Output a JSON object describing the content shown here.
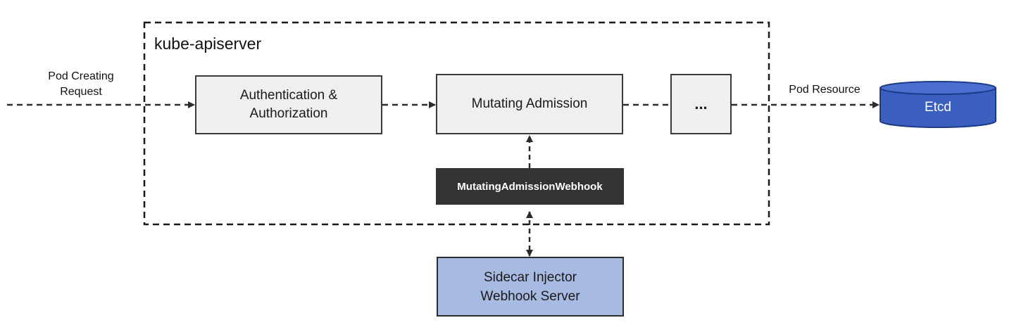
{
  "container": {
    "title": "kube-apiserver"
  },
  "labels": {
    "request": "Pod Creating\nRequest",
    "resource": "Pod Resource"
  },
  "boxes": {
    "auth": "Authentication &\nAuthorization",
    "mutating": "Mutating Admission",
    "ellipsis": "...",
    "webhook": "MutatingAdmissionWebhook",
    "sidecar": "Sidecar Injector\nWebhook Server"
  },
  "etcd": {
    "label": "Etcd",
    "color": "#3a5fbf"
  },
  "colors": {
    "process_fill": "#efefef",
    "webhook_fill": "#333333",
    "sidecar_fill": "#a7bae2",
    "line": "#2c2c2c"
  }
}
